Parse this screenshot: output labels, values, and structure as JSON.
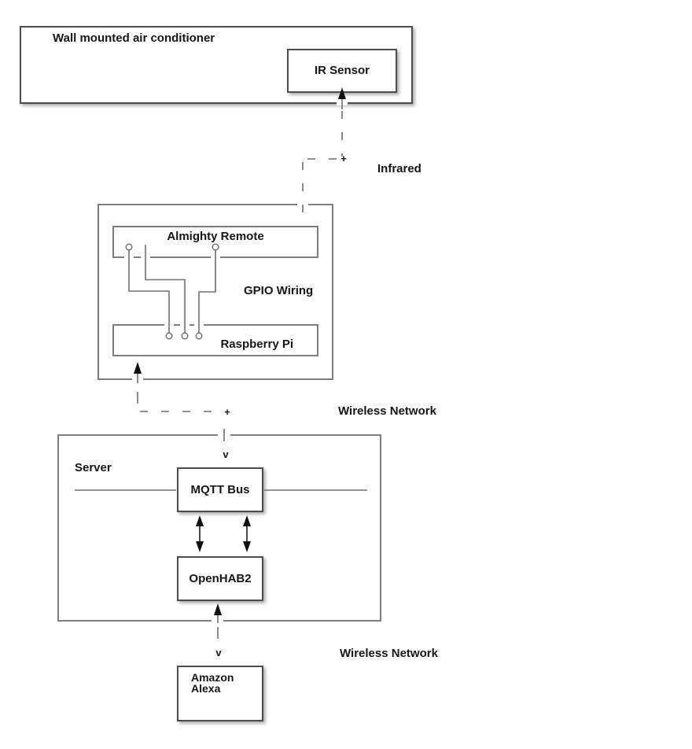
{
  "nodes": {
    "air_conditioner": {
      "label": "Wall mounted air conditioner"
    },
    "ir_sensor": {
      "label": "IR Sensor"
    },
    "gpio": {
      "label": "GPIO Wiring"
    },
    "almighty_remote": {
      "label": "Almighty Remote"
    },
    "raspberry_pi": {
      "label": "Raspberry Pi"
    },
    "server": {
      "label": "Server"
    },
    "mqtt_bus": {
      "label": "MQTT Bus"
    },
    "openhab": {
      "label": "OpenHAB2"
    },
    "alexa": {
      "line1": "Amazon",
      "line2": "Alexa"
    }
  },
  "edges": {
    "infrared": {
      "label": "Infrared",
      "corner_marker": "+"
    },
    "wireless_rpi": {
      "label": "Wireless Network",
      "corner_marker": "+",
      "arrow_marker": "v"
    },
    "wireless_alexa": {
      "label": "Wireless Network",
      "arrow_marker": "v"
    }
  },
  "colors": {
    "background": "#ffffff",
    "plain_box_border": "#7d7d7d",
    "shadow_box_border": "#4d4d4d",
    "wire": "#707070",
    "dashed_line": "#6e6e6e",
    "arrowhead": "#111111",
    "text": "#161616"
  }
}
